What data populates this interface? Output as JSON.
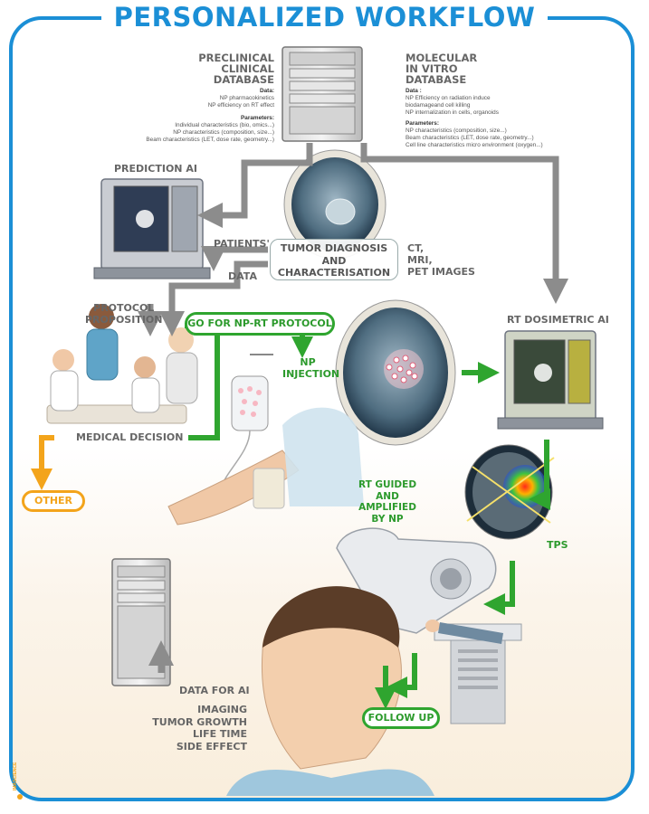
{
  "title": "PERSONALIZED WORKFLOW",
  "preclinical": {
    "name": [
      "PRECLINICAL",
      "CLINICAL",
      "DATABASE"
    ],
    "data_label": "Data:",
    "data_lines": [
      "NP pharmacokinetics",
      "NP efficiency on RT effect"
    ],
    "params_label": "Parameters:",
    "params_lines": [
      "Individual characteristics (bio, omics...)",
      "NP characteristics (composition, size...)",
      "Beam characteristics (LET, dose rate, geometry...)"
    ]
  },
  "molecular": {
    "name": [
      "MOLECULAR",
      "IN VITRO",
      "DATABASE"
    ],
    "data_label": "Data :",
    "data_lines": [
      "NP Efficiency on radiation induce",
      "biodamageand cell killing",
      "NP internalization in cells, organoids"
    ],
    "params_label": "Parameters:",
    "params_lines": [
      "NP characteristics (composition, size...)",
      "Beam characteristics (LET, dose rate, geometry...)",
      "Cell line characteristics micro environment (oxygen...)"
    ]
  },
  "labels": {
    "prediction_ai": "PREDICTION AI",
    "patients": "PATIENTS'",
    "data": "DATA",
    "tumor": [
      "TUMOR DIAGNOSIS",
      "AND",
      "CHARACTERISATION"
    ],
    "imaging": [
      "CT,",
      "MRI,",
      "PET IMAGES"
    ],
    "protocol": [
      "PROTOCOL",
      "PROPOSITION"
    ],
    "go_protocol": "GO FOR NP-RT PROTOCOL",
    "np_injection": [
      "NP",
      "INJECTION"
    ],
    "rt_dosimetric": "RT DOSIMETRIC AI",
    "medical_decision": "MEDICAL DECISION",
    "other": "OTHER",
    "rt_guided": [
      "RT GUIDED",
      "AND AMPLIFIED",
      "BY NP"
    ],
    "tps": "TPS",
    "data_for_ai": "DATA FOR AI",
    "outcomes": [
      "IMAGING",
      "TUMOR GROWTH",
      "LIFE TIME",
      "SIDE EFFECT"
    ],
    "follow_up": "FOLLOW UP",
    "credit": "IMASCIENCE"
  },
  "colors": {
    "frame": "#1b8fd6",
    "green": "#2fa52f",
    "orange": "#f3a41b",
    "grey_arrow": "#8c8c8c"
  }
}
